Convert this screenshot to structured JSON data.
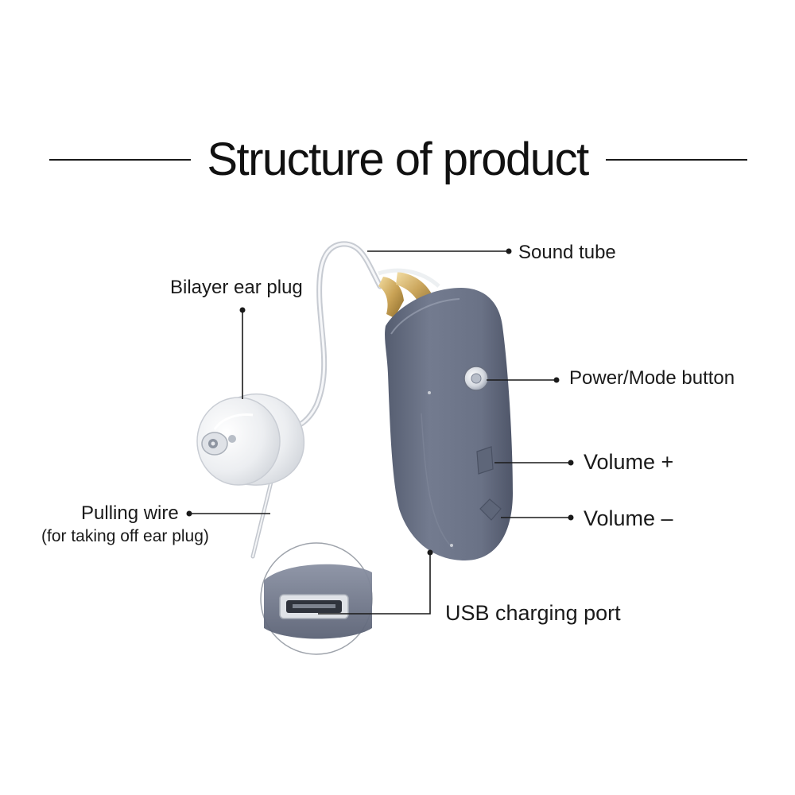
{
  "title": "Structure of product",
  "labels": {
    "sound_tube": "Sound tube",
    "bilayer_ear_plug": "Bilayer ear plug",
    "power_mode_button": "Power/Mode button",
    "volume_plus": "Volume +",
    "volume_minus": "Volume –",
    "pulling_wire": "Pulling wire",
    "pulling_wire_note": "(for taking off ear plug)",
    "usb_charging_port": "USB charging port"
  },
  "colors": {
    "body": "#6b7387",
    "body_dark": "#555d70",
    "body_light": "#848ca0",
    "gold": "#c9a255",
    "line": "#1a1a1a",
    "ear_plug": "#e9ebee"
  },
  "icons": [
    "ear-plug-icon",
    "hearing-aid-body-icon",
    "usb-port-icon"
  ]
}
